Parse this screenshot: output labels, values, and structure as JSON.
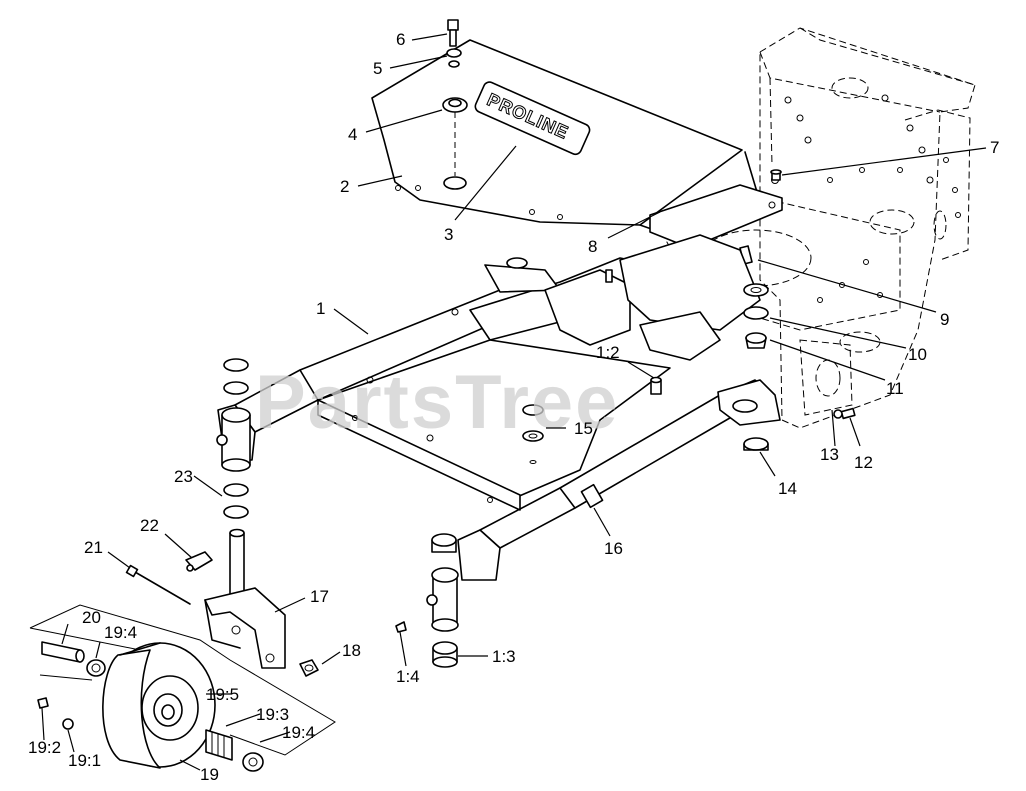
{
  "watermark": "PartsTree",
  "deck_logo": "PROLINE",
  "callouts": [
    {
      "id": "c1",
      "text": "1"
    },
    {
      "id": "c1_2",
      "text": "1:2"
    },
    {
      "id": "c1_3",
      "text": "1:3"
    },
    {
      "id": "c1_4",
      "text": "1:4"
    },
    {
      "id": "c2",
      "text": "2"
    },
    {
      "id": "c3",
      "text": "3"
    },
    {
      "id": "c4",
      "text": "4"
    },
    {
      "id": "c5",
      "text": "5"
    },
    {
      "id": "c6",
      "text": "6"
    },
    {
      "id": "c7",
      "text": "7"
    },
    {
      "id": "c8",
      "text": "8"
    },
    {
      "id": "c9",
      "text": "9"
    },
    {
      "id": "c10",
      "text": "10"
    },
    {
      "id": "c11",
      "text": "11"
    },
    {
      "id": "c12",
      "text": "12"
    },
    {
      "id": "c13",
      "text": "13"
    },
    {
      "id": "c14",
      "text": "14"
    },
    {
      "id": "c15",
      "text": "15"
    },
    {
      "id": "c16",
      "text": "16"
    },
    {
      "id": "c17",
      "text": "17"
    },
    {
      "id": "c18",
      "text": "18"
    },
    {
      "id": "c19",
      "text": "19"
    },
    {
      "id": "c19_1",
      "text": "19:1"
    },
    {
      "id": "c19_2",
      "text": "19:2"
    },
    {
      "id": "c19_3",
      "text": "19:3"
    },
    {
      "id": "c19_4a",
      "text": "19:4"
    },
    {
      "id": "c19_4b",
      "text": "19:4"
    },
    {
      "id": "c19_5",
      "text": "19:5"
    },
    {
      "id": "c20",
      "text": "20"
    },
    {
      "id": "c21",
      "text": "21"
    },
    {
      "id": "c22",
      "text": "22"
    },
    {
      "id": "c23",
      "text": "23"
    }
  ]
}
